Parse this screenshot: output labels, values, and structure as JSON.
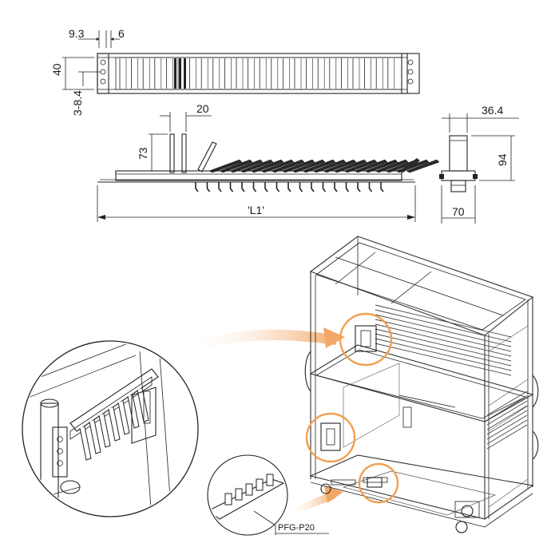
{
  "dimensions": {
    "pitch_small": "9.3",
    "pitch_gap": "6",
    "height_top": "40",
    "holes": "3-8.4",
    "prong_pitch": "20",
    "prong_height": "73",
    "length": "'L1'",
    "side_width": "36.4",
    "side_height": "94",
    "side_depth": "70"
  },
  "callout": {
    "part_label": "PFG-P20"
  },
  "colors": {
    "line": "#222222",
    "highlight": "#f0a050",
    "arrow_start": "#ffffff",
    "arrow_end": "#f2a866"
  }
}
